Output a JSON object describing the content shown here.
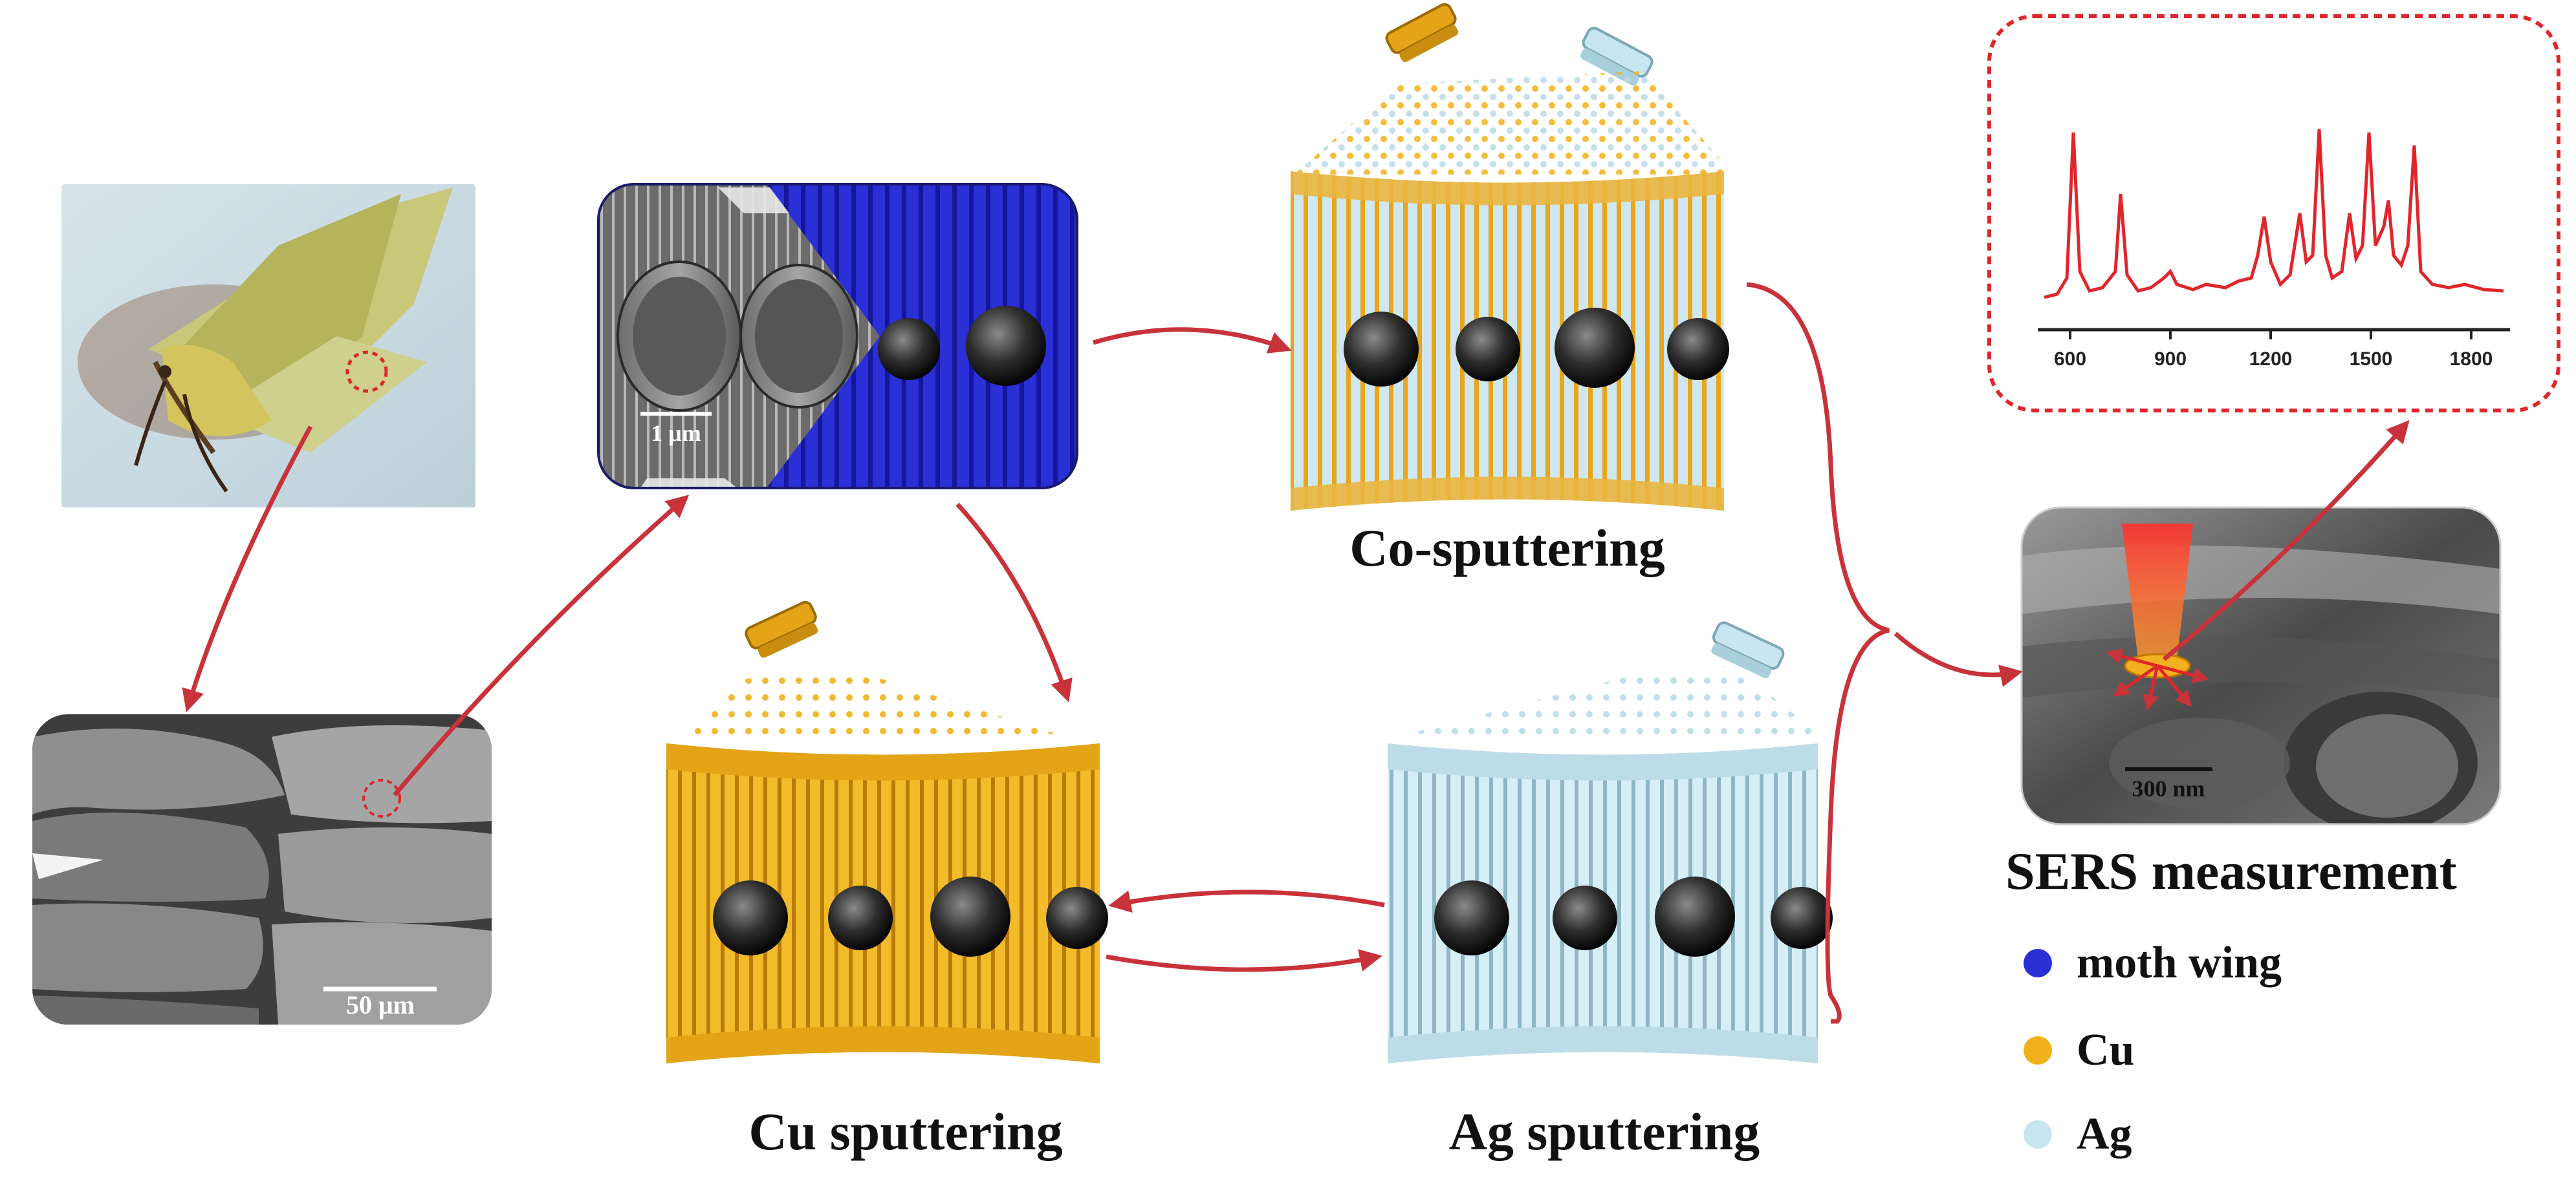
{
  "labels": {
    "co_sputtering": "Co-sputtering",
    "cu_sputtering": "Cu sputtering",
    "ag_sputtering": "Ag sputtering",
    "sers_measurement": "SERS measurement"
  },
  "scale_bars": {
    "sem_low": "50 μm",
    "sem_high": "1 μm",
    "sem_sers": "300 nm"
  },
  "legend": [
    {
      "label": "moth wing",
      "color": "#2a2fd6"
    },
    {
      "label": "Cu",
      "color": "#f0b21a"
    },
    {
      "label": "Ag",
      "color": "#c7e6f0"
    }
  ],
  "spectrum": {
    "x_ticks": [
      "600",
      "900",
      "1200",
      "1500",
      "1800"
    ],
    "line_color": "#e0262b"
  },
  "colors": {
    "arrow": "#c8323a",
    "copper": "#f0b21a",
    "silver": "#c7e6f0",
    "wing": "#2a2fd6"
  }
}
